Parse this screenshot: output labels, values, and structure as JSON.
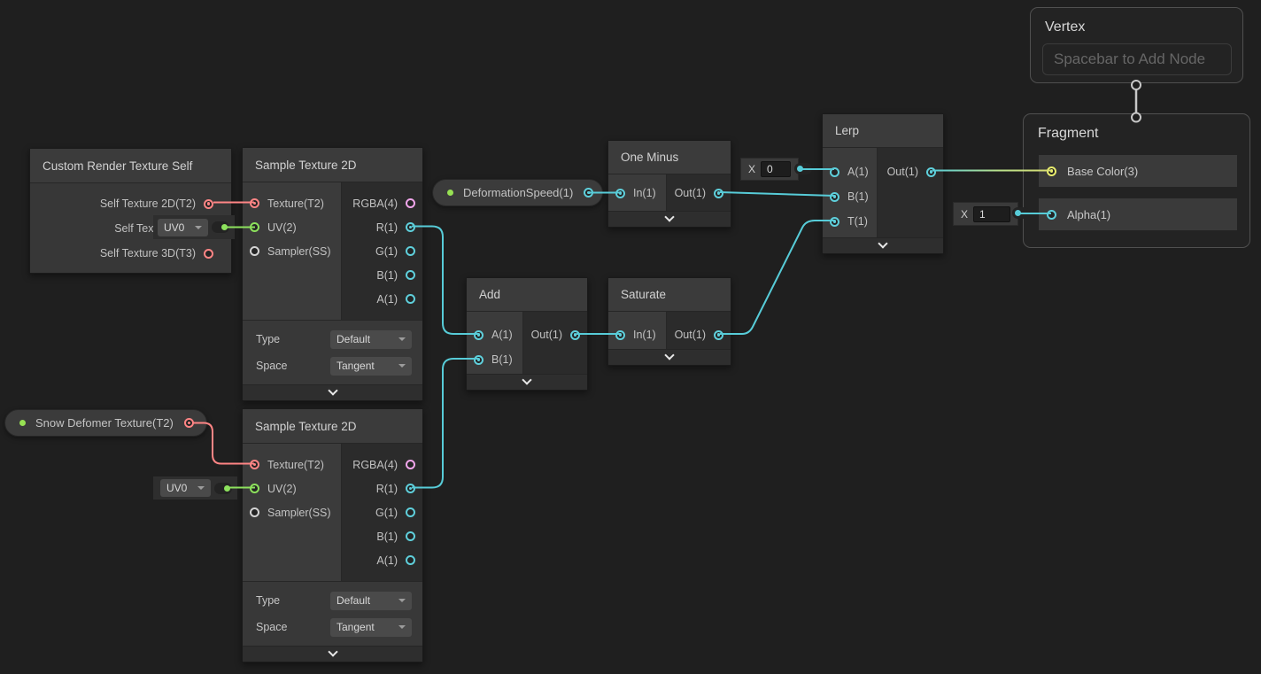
{
  "nodes": {
    "crt": {
      "title": "Custom Render Texture Self",
      "out0": "Self Texture 2D(T2)",
      "out1": "Self Texture",
      "out2": "Self Texture 3D(T3)"
    },
    "tex1": {
      "title": "Sample Texture 2D",
      "in0": "Texture(T2)",
      "in1": "UV(2)",
      "in2": "Sampler(SS)",
      "out0": "RGBA(4)",
      "out1": "R(1)",
      "out2": "G(1)",
      "out3": "B(1)",
      "out4": "A(1)",
      "type_label": "Type",
      "type_value": "Default",
      "space_label": "Space",
      "space_value": "Tangent"
    },
    "tex2": {
      "title": "Sample Texture 2D",
      "in0": "Texture(T2)",
      "in1": "UV(2)",
      "in2": "Sampler(SS)",
      "out0": "RGBA(4)",
      "out1": "R(1)",
      "out2": "G(1)",
      "out3": "B(1)",
      "out4": "A(1)",
      "type_label": "Type",
      "type_value": "Default",
      "space_label": "Space",
      "space_value": "Tangent"
    },
    "one_minus": {
      "title": "One Minus",
      "in0": "In(1)",
      "out0": "Out(1)"
    },
    "add": {
      "title": "Add",
      "in0": "A(1)",
      "in1": "B(1)",
      "out0": "Out(1)"
    },
    "saturate": {
      "title": "Saturate",
      "in0": "In(1)",
      "out0": "Out(1)"
    },
    "lerp": {
      "title": "Lerp",
      "in0": "A(1)",
      "in1": "B(1)",
      "in2": "T(1)",
      "out0": "Out(1)"
    }
  },
  "contexts": {
    "vertex": {
      "title": "Vertex",
      "placeholder": "Spacebar to Add Node"
    },
    "fragment": {
      "title": "Fragment",
      "base_color": "Base Color(3)",
      "alpha": "Alpha(1)"
    }
  },
  "properties": {
    "snow": "Snow Defomer Texture(T2)",
    "deformation": "DeformationSpeed(1)"
  },
  "inline": {
    "uv1": "UV0",
    "uv2": "UV0",
    "x0": {
      "label": "X",
      "value": "0"
    },
    "x1": {
      "label": "X",
      "value": "1"
    }
  },
  "colors": {
    "float": "#5fd0dc",
    "vector2": "#8de25d",
    "vector3": "#e9ed6d",
    "vector4": "#f2a6ec",
    "texture2d": "#ff8585",
    "sampler": "#d4d4d4",
    "wire_cyan": "#57ccd8",
    "wire_green": "#8de25d",
    "wire_red": "#ff8585",
    "property_dot": "#97e153",
    "canvas": "#1f1f1f"
  }
}
